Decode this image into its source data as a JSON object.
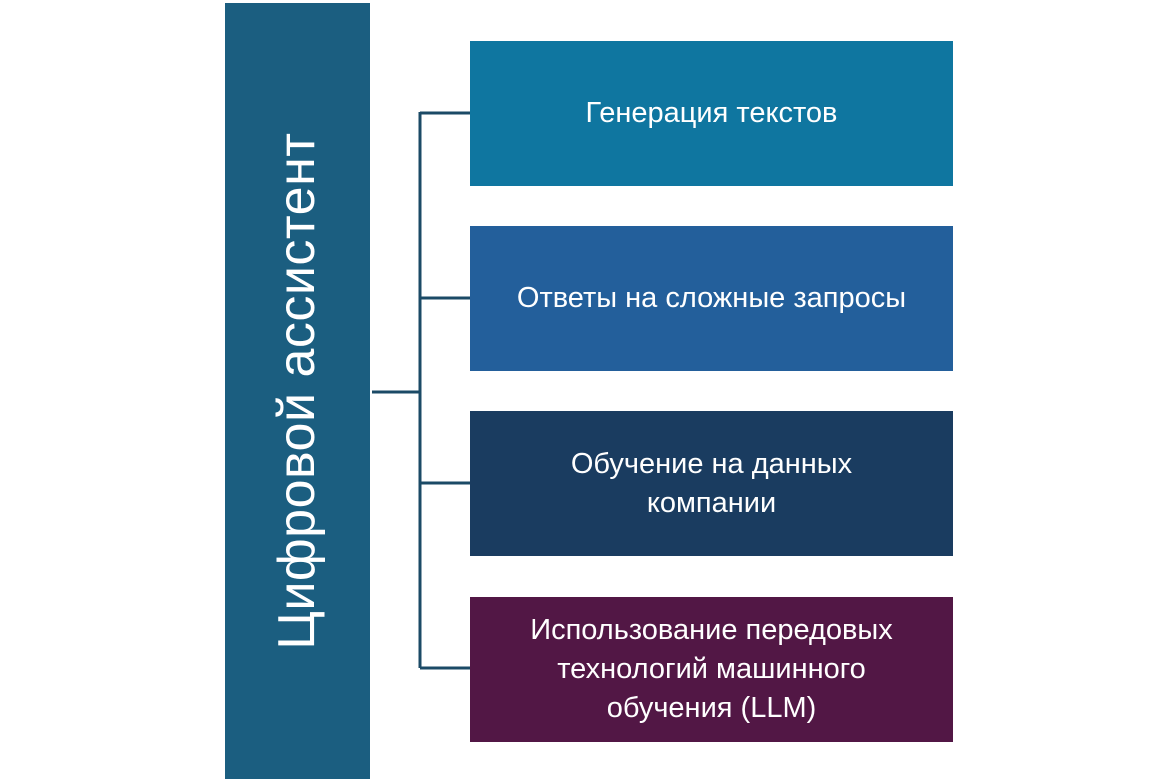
{
  "diagram": {
    "root": {
      "label": "Цифровой ассистент",
      "color": "#1b5e80"
    },
    "connector_color": "#1b4a66",
    "children": [
      {
        "label": "Генерация текстов",
        "color": "#0f76a0"
      },
      {
        "label": "Ответы на сложные запросы",
        "color": "#235f9b"
      },
      {
        "label": "Обучение на данных\nкомпании",
        "color": "#1a3c60"
      },
      {
        "label": "Использование передовых\nтехнологий машинного\nобучения (LLM)",
        "color": "#521745"
      }
    ]
  }
}
